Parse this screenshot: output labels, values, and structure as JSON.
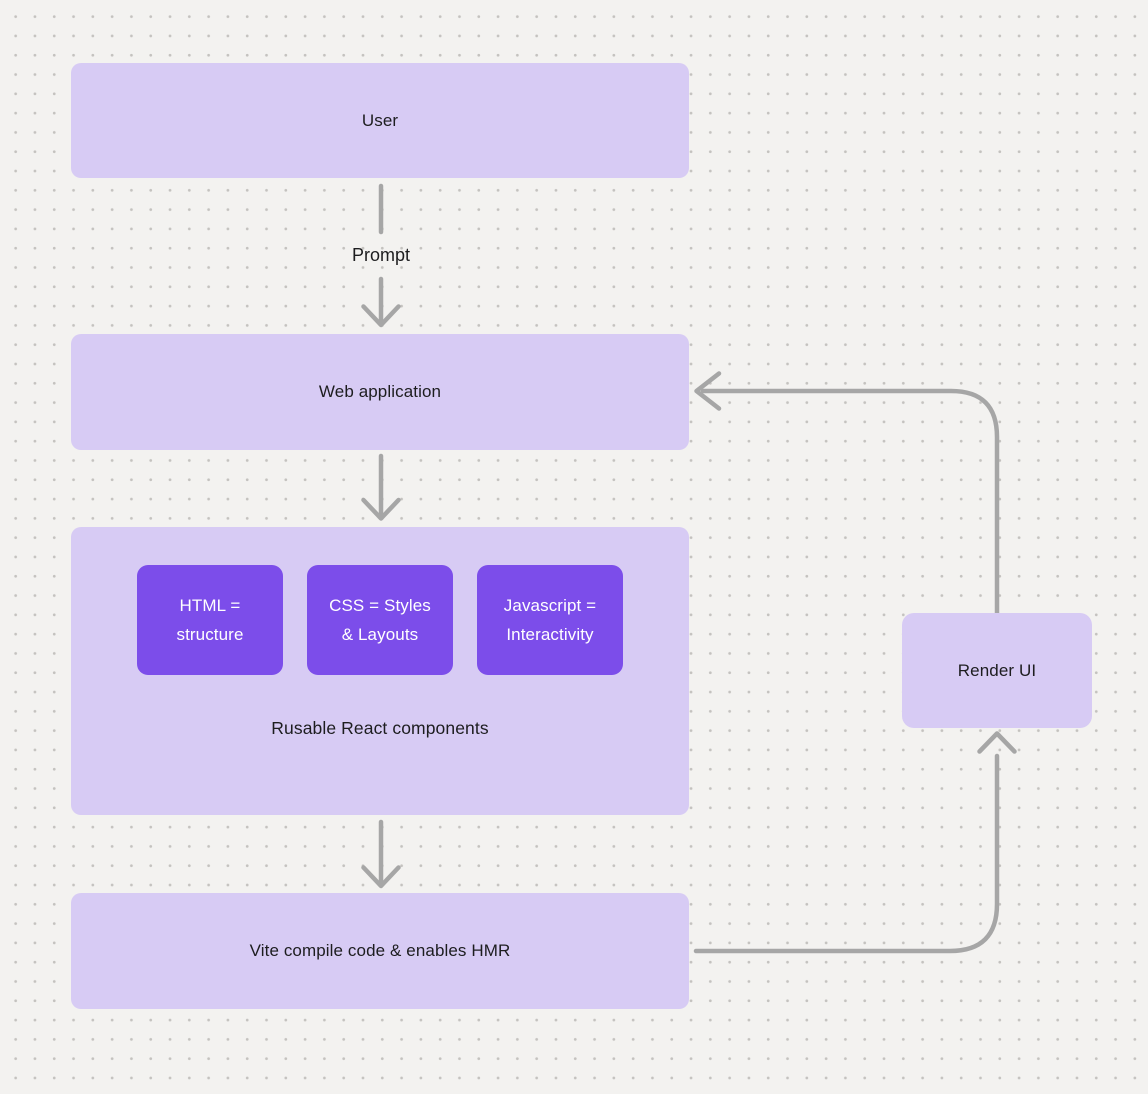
{
  "colors": {
    "background": "#f3f2f0",
    "dot": "#c4c2bf",
    "node_fill": "#d7cbf4",
    "component_fill": "#7c4dea",
    "connector": "#a6a6a6",
    "text_dark": "#1d1d1f",
    "text_light": "#ffffff"
  },
  "nodes": {
    "user": {
      "label": "User"
    },
    "web_application": {
      "label": "Web application"
    },
    "components_group": {
      "caption": "Rusable React components",
      "items": [
        {
          "line1": "HTML =",
          "line2": "structure"
        },
        {
          "line1": "CSS = Styles",
          "line2": "& Layouts"
        },
        {
          "line1": "Javascript =",
          "line2": "Interactivity"
        }
      ]
    },
    "vite": {
      "label": "Vite compile code & enables HMR"
    },
    "render_ui": {
      "label": "Render UI"
    }
  },
  "edges": {
    "prompt_label": "Prompt"
  }
}
